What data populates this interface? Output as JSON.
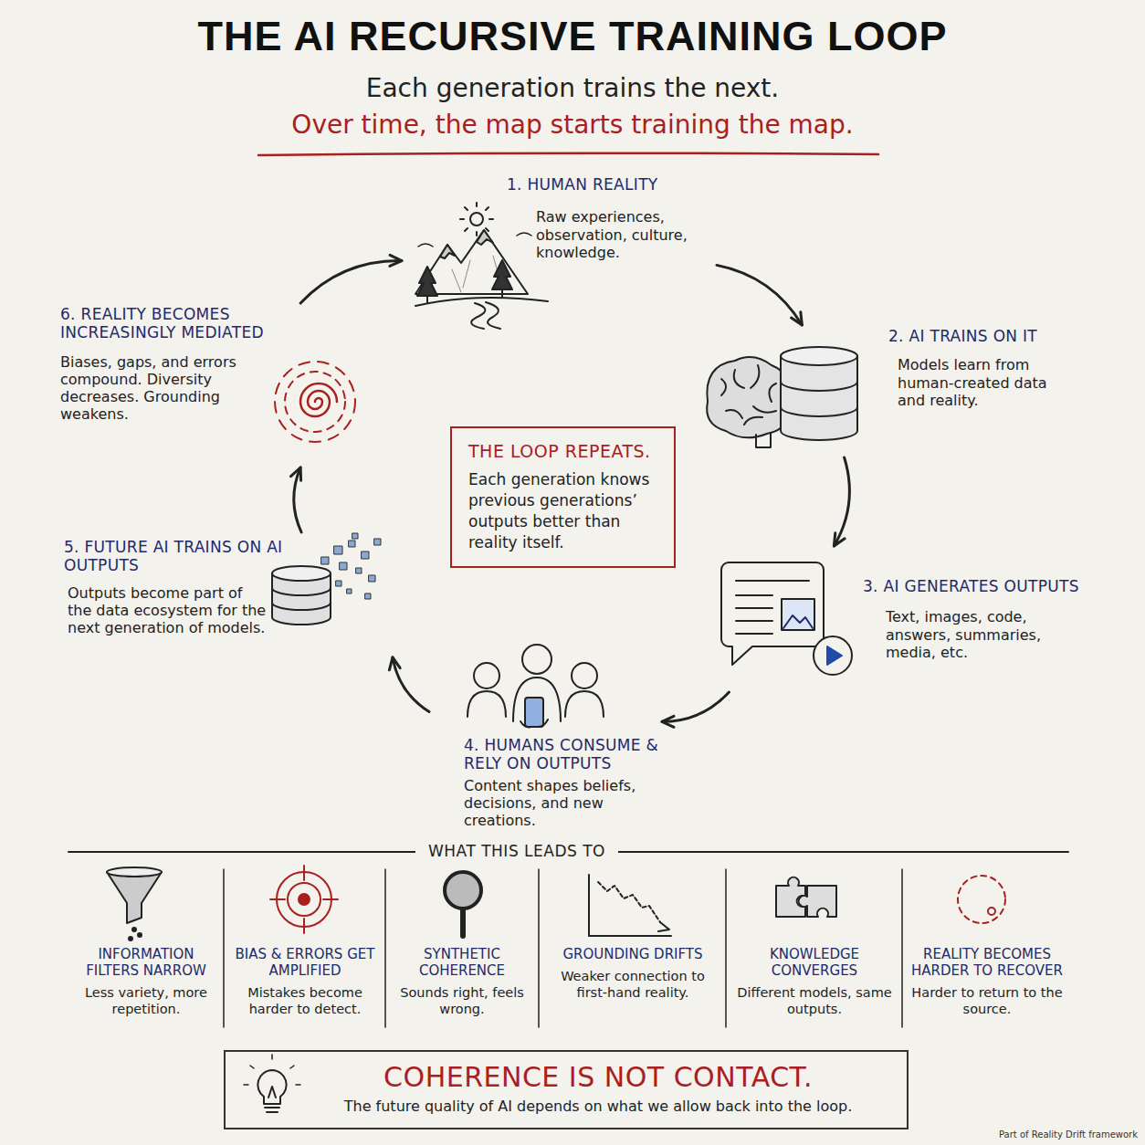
{
  "diagram": {
    "title": "THE AI RECURSIVE TRAINING LOOP",
    "nodes": [
      {
        "text": [
          "1. HUMAN REALITY",
          "Raw experiences, observation, culture, knowledge."
        ]
      },
      {
        "text": [
          "2. AI TRAINS ON IT",
          "Models learn from human-created data and reality."
        ]
      },
      {
        "text": [
          "3. AI GENERATES OUTPUTS",
          "Text, images, code, answers, summaries, media, etc."
        ]
      },
      {
        "text": [
          "4. HUMANS CONSUME & RELY ON OUTPUTS",
          "Content shapes beliefs, decisions, and new creations."
        ]
      },
      {
        "text": [
          "5. FUTURE AI TRAINS ON AI OUTPUTS",
          "Outputs become part of the data ecosystem for the next generation of models."
        ]
      },
      {
        "text": [
          "6. REALITY BECOMES INCREASINGLY MEDIATED",
          "Biases, gaps, and errors compound. Diversity decreases. Grounding weakens."
        ]
      },
      {
        "text": [
          "THE LOOP REPEATS.",
          "Each generation knows previous generations’ outputs better than reality itself."
        ]
      },
      {
        "text": [
          "INFORMATION FILTERS NARROW",
          "Less variety, more repetition."
        ]
      },
      {
        "text": [
          "BIAS & ERRORS GET AMPLIFIED",
          "Mistakes become harder to detect."
        ]
      },
      {
        "text": [
          "SYNTHETIC COHERENCE",
          "Sounds right, feels wrong."
        ]
      },
      {
        "text": [
          "GROUNDING DRIFTS",
          "Weaker connection to first-hand reality."
        ]
      },
      {
        "text": [
          "KNOWLEDGE CONVERGES",
          "Different models, same outputs."
        ]
      },
      {
        "text": [
          "REALITY BECOMES HARDER TO RECOVER",
          "Harder to return to the source."
        ]
      },
      {
        "text": [
          "COHERENCE IS NOT CONTACT.",
          "The future quality of AI depends on what we allow back into the loop."
        ]
      }
    ],
    "edges": [
      {
        "from": 0,
        "to": 1,
        "arrow": "to"
      },
      {
        "from": 1,
        "to": 2,
        "arrow": "to"
      },
      {
        "from": 2,
        "to": 3,
        "arrow": "to"
      },
      {
        "from": 3,
        "to": 4,
        "arrow": "to"
      },
      {
        "from": 4,
        "to": 5,
        "arrow": "to"
      },
      {
        "from": 5,
        "to": 0,
        "arrow": "to"
      }
    ],
    "labels": [
      "Each generation trains the next.",
      "Over time, the map starts training the map.",
      "WHAT THIS LEADS TO",
      "Part of Reality Drift framework"
    ]
  }
}
